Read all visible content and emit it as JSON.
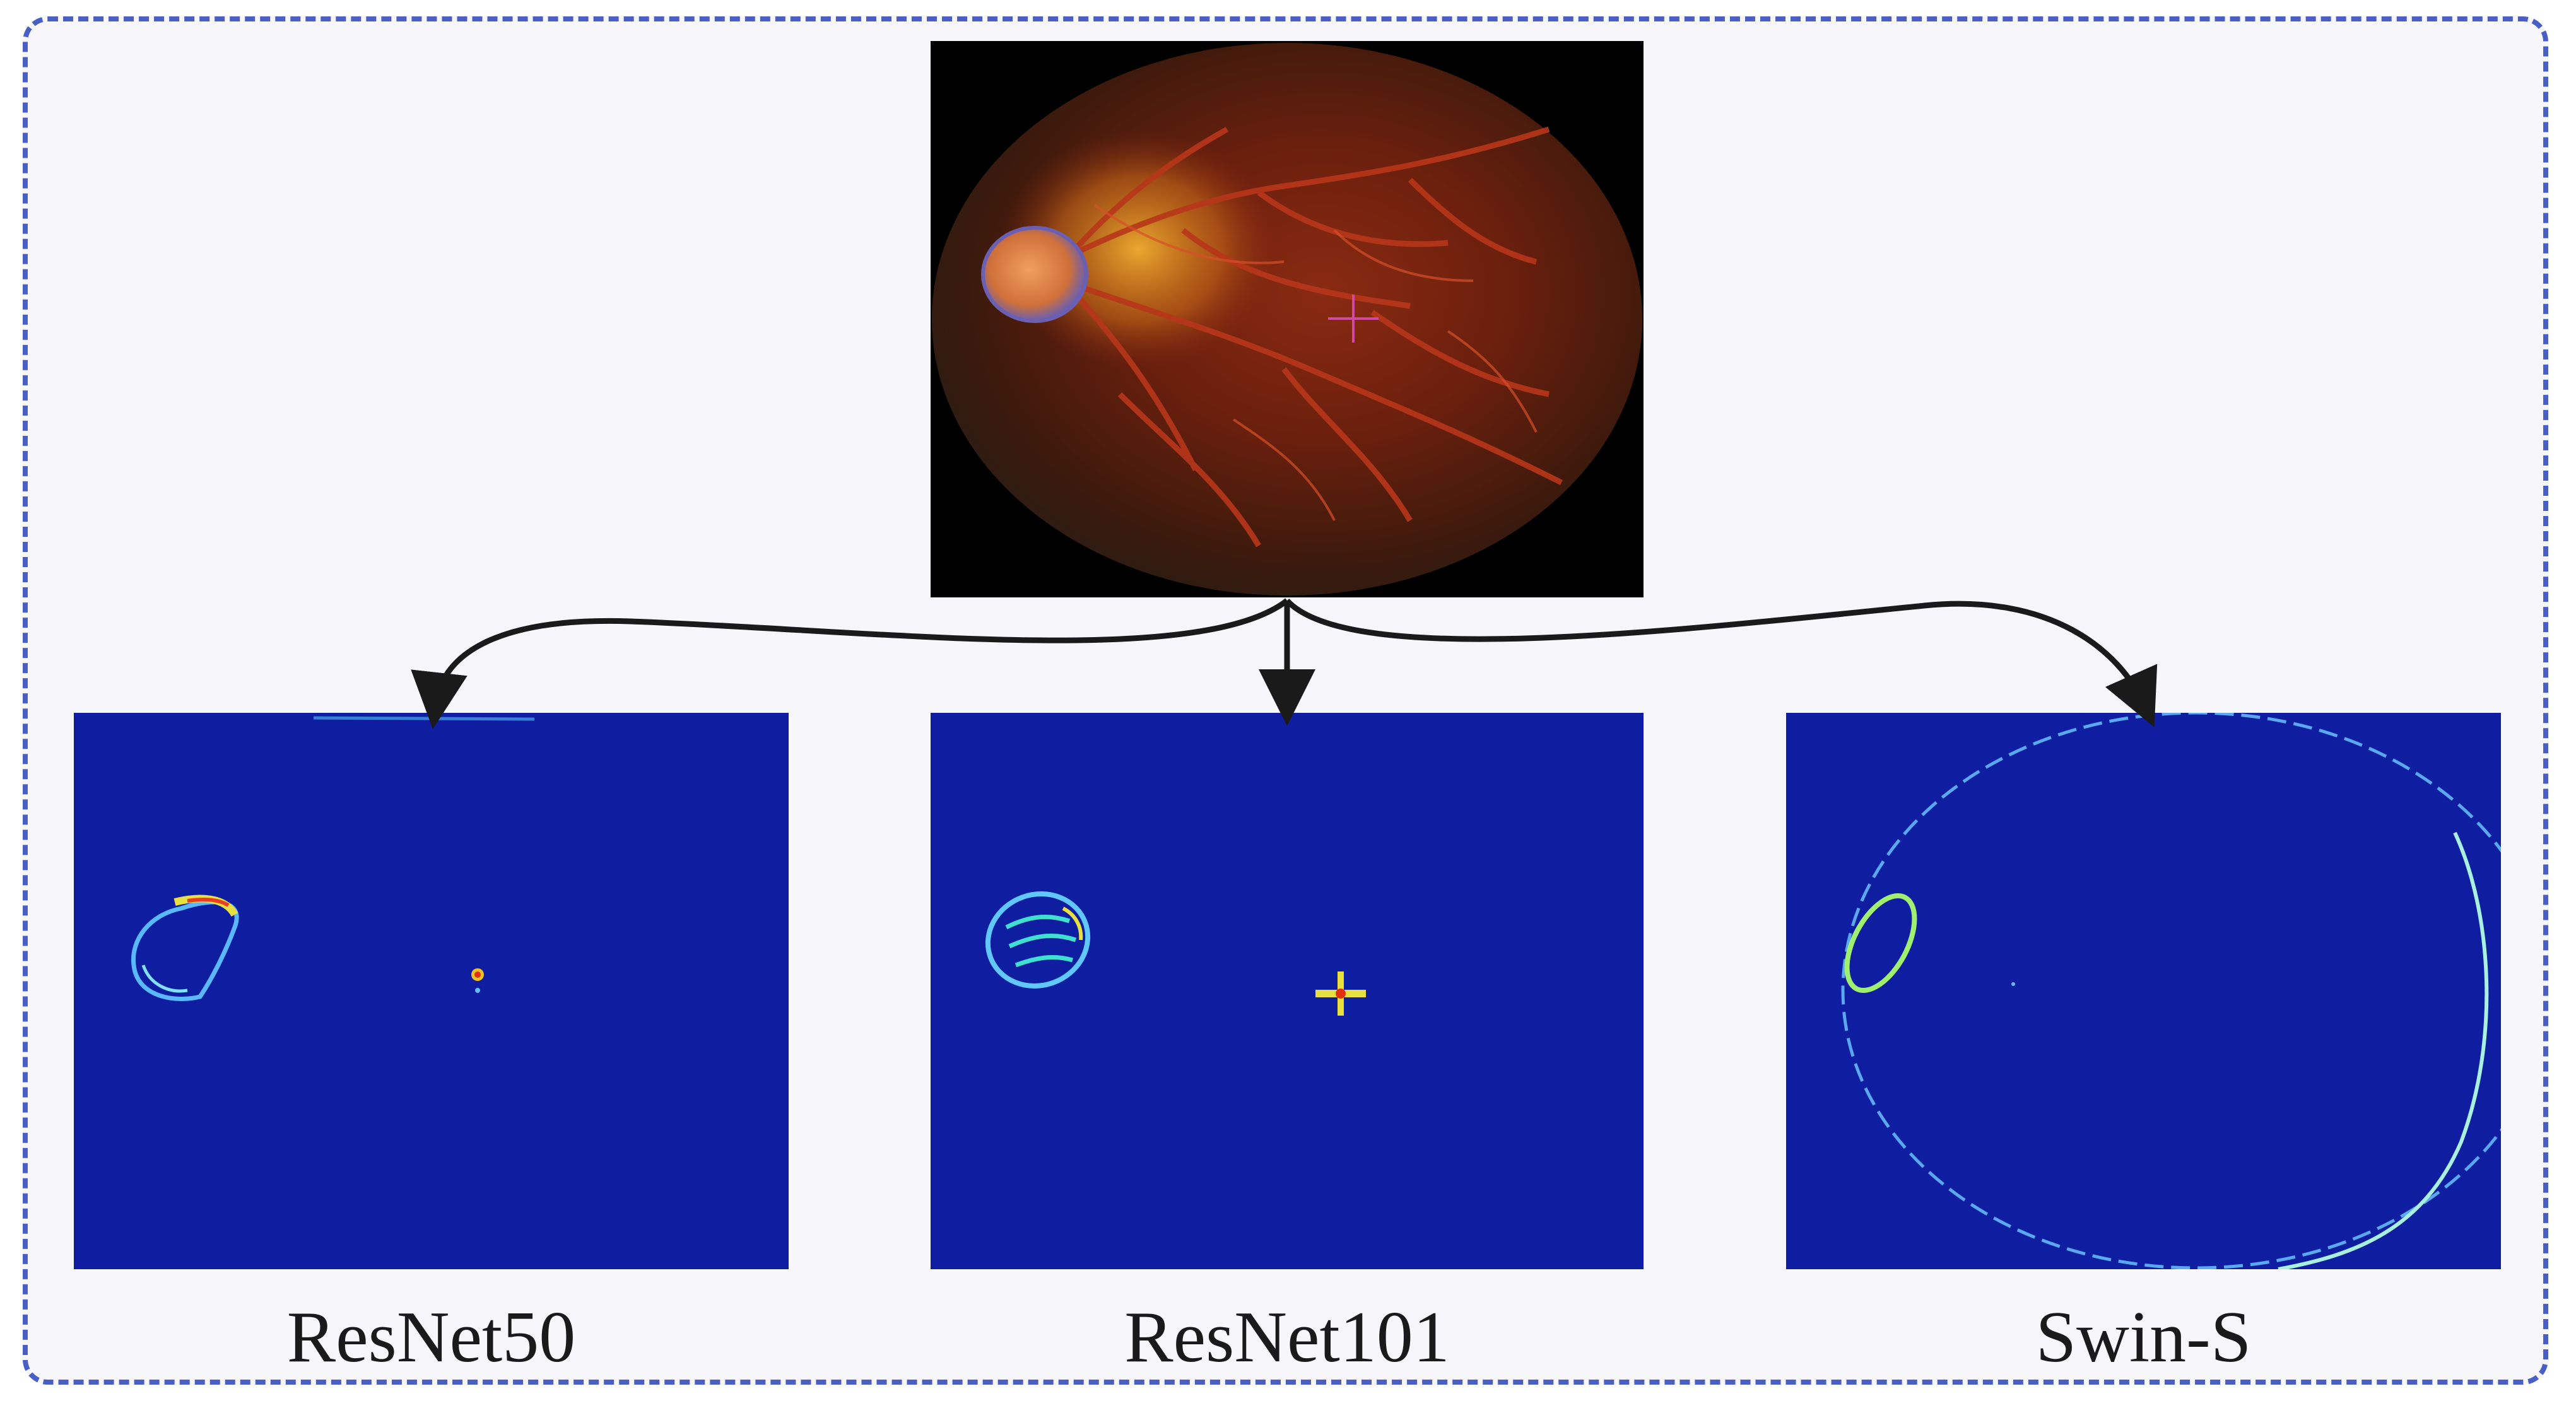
{
  "captions": {
    "model_1": "ResNet50",
    "model_2": "ResNet101",
    "model_3": "Swin-S"
  },
  "colors": {
    "frame_border": "#4a5fc5",
    "frame_background": "#f6f6fb",
    "heatmap_background": "#0f1ea0",
    "arrow": "#1a1a1a"
  }
}
